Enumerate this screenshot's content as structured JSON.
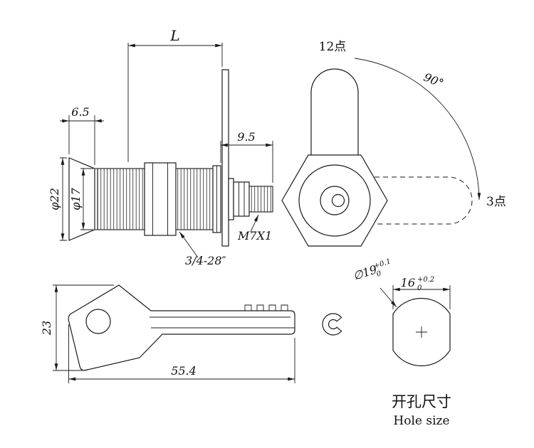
{
  "side_view": {
    "dim_cylinder_length": "L",
    "dim_head_thickness": "6.5",
    "dim_tip_length": "9.5",
    "dim_head_diameter": "φ22",
    "dim_body_diameter": "φ17",
    "body_thread_spec": "3/4-28″",
    "tip_thread_spec": "M7X1"
  },
  "front_view": {
    "position_top_label": "12点",
    "rotation_angle_label": "90°",
    "position_right_label": "3点"
  },
  "key_view": {
    "dim_key_height": "23",
    "dim_key_length": "55.4"
  },
  "hole_view": {
    "dim_hole_diameter": "∅19",
    "diameter_tol_upper": "+0.1",
    "diameter_tol_lower": "0",
    "dim_hole_width": "16",
    "width_tol_upper": "+0.2",
    "width_tol_lower": "0",
    "caption_chinese": "开孔尺寸",
    "caption_english": "Hole size"
  }
}
